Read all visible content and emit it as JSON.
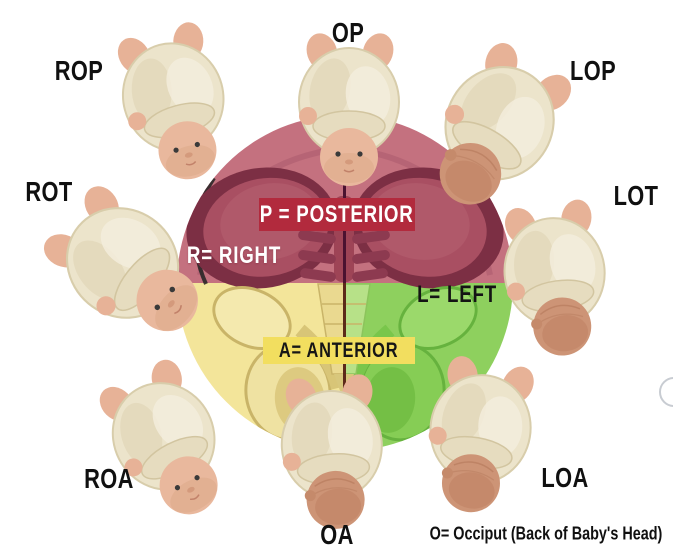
{
  "diagram": {
    "footnote": "O= Occiput (Back of Baby's Head)",
    "regions": {
      "posterior": {
        "label": "P = POSTERIOR",
        "badge_color": "#b22a3d",
        "text_color": "#ffffff"
      },
      "anterior": {
        "label": "A= ANTERIOR",
        "badge_color": "#f2de5f",
        "text_color": "#161616"
      },
      "right": {
        "label": "R= RIGHT",
        "text_color": "#ffffff"
      },
      "left": {
        "label": "L= LEFT",
        "text_color": "#141414"
      }
    },
    "positions": [
      {
        "id": "op",
        "label": "OP"
      },
      {
        "id": "rop",
        "label": "ROP"
      },
      {
        "id": "lop",
        "label": "LOP"
      },
      {
        "id": "rot",
        "label": "ROT"
      },
      {
        "id": "lot",
        "label": "LOT"
      },
      {
        "id": "roa",
        "label": "ROA"
      },
      {
        "id": "oa",
        "label": "OA"
      },
      {
        "id": "loa",
        "label": "LOA"
      }
    ],
    "colors": {
      "posterior_area": "#c4717f",
      "anterior_right_area": "#f3e59a",
      "anterior_left_area": "#8ed05e",
      "pelvis_rim": "#7c2f44",
      "midline_top": "#4b1230",
      "midline_bottom": "#5c2a1a"
    }
  }
}
